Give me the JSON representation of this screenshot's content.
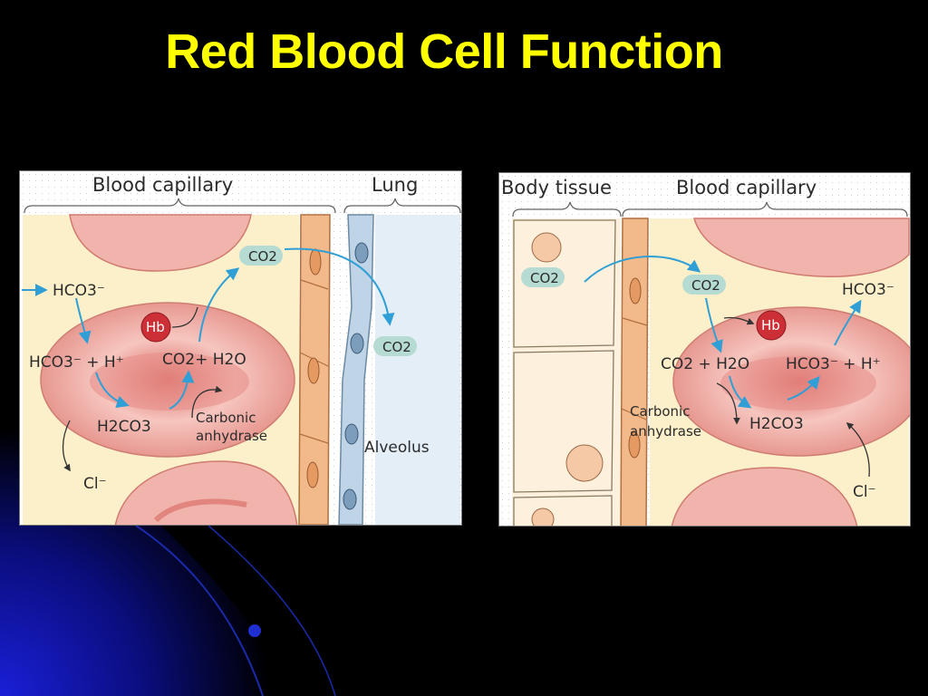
{
  "slide": {
    "title": "Red Blood Cell Function"
  },
  "lung_panel": {
    "blood_capillary_label": "Blood capillary",
    "lung_label": "Lung",
    "alveolus_label": "Alveolus",
    "hco3_in": "HCO3⁻",
    "hco3_h": "HCO3⁻ + H⁺",
    "co2_h2o": "CO2+ H2O",
    "hb": "Hb",
    "h2co3": "H2CO3",
    "enzyme": [
      "Carbonic",
      "anhydrase"
    ],
    "co2_top": "CO2",
    "co2_lung": "CO2",
    "chloride": "Cl⁻"
  },
  "tissue_panel": {
    "body_tissue_label": "Body tissue",
    "blood_capillary_label": "Blood capillary",
    "co2_tissue": "CO2",
    "co2_capillary": "CO2",
    "hb": "Hb",
    "co2_h2o": "CO2 + H2O",
    "hco3_h": "HCO3⁻ + H⁺",
    "hco3_out": "HCO3⁻",
    "h2co3": "H2CO3",
    "enzyme": [
      "Carbonic",
      "anhydrase"
    ],
    "chloride": "Cl⁻"
  },
  "colors": {
    "title": "#ffff00",
    "arrow": "#2f9fd6",
    "plasma": "#fbf0c9",
    "rbc": "#e8a09a",
    "hb": "#cc2f35"
  }
}
